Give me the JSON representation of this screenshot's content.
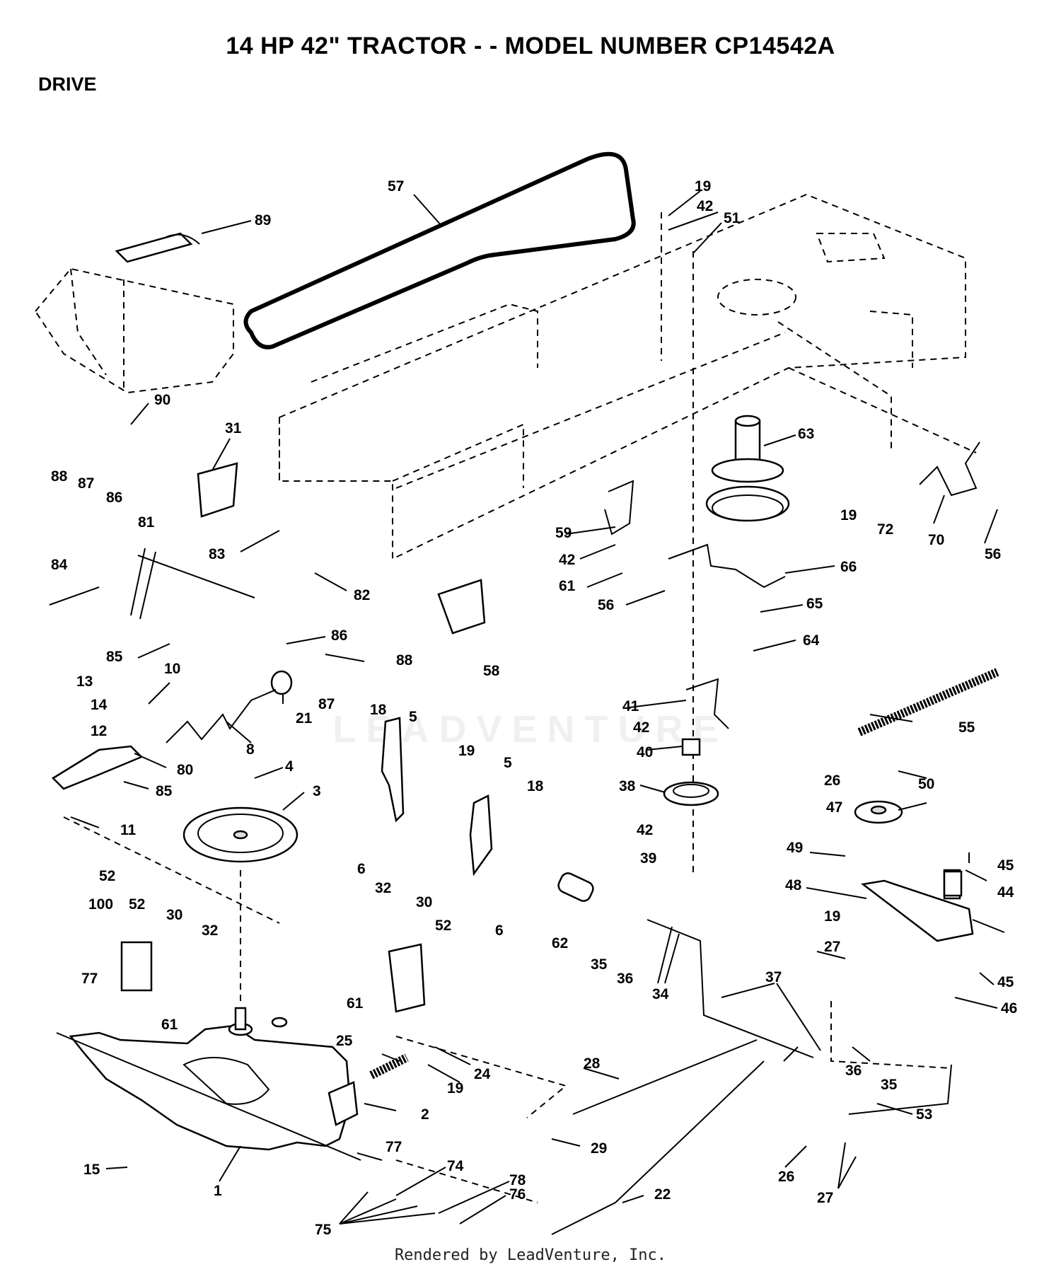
{
  "title": "14 HP 42\" TRACTOR - - MODEL NUMBER CP14542A",
  "section": "DRIVE",
  "footer": "Rendered by LeadVenture, Inc.",
  "watermark": "LEADVENTURE",
  "callouts": [
    {
      "id": "c57",
      "text": "57"
    },
    {
      "id": "c19a",
      "text": "19"
    },
    {
      "id": "c42a",
      "text": "42"
    },
    {
      "id": "c51",
      "text": "51"
    },
    {
      "id": "c89",
      "text": "89"
    },
    {
      "id": "c90",
      "text": "90"
    },
    {
      "id": "c31",
      "text": "31"
    },
    {
      "id": "c63",
      "text": "63"
    },
    {
      "id": "c19b",
      "text": "19"
    },
    {
      "id": "c72",
      "text": "72"
    },
    {
      "id": "c70",
      "text": "70"
    },
    {
      "id": "c56a",
      "text": "56"
    },
    {
      "id": "c88a",
      "text": "88"
    },
    {
      "id": "c87a",
      "text": "87"
    },
    {
      "id": "c86a",
      "text": "86"
    },
    {
      "id": "c81",
      "text": "81"
    },
    {
      "id": "c84",
      "text": "84"
    },
    {
      "id": "c83",
      "text": "83"
    },
    {
      "id": "c82",
      "text": "82"
    },
    {
      "id": "c85a",
      "text": "85"
    },
    {
      "id": "c86b",
      "text": "86"
    },
    {
      "id": "c88b",
      "text": "88"
    },
    {
      "id": "c87b",
      "text": "87"
    },
    {
      "id": "c59",
      "text": "59"
    },
    {
      "id": "c42b",
      "text": "42"
    },
    {
      "id": "c61a",
      "text": "61"
    },
    {
      "id": "c56b",
      "text": "56"
    },
    {
      "id": "c66",
      "text": "66"
    },
    {
      "id": "c65",
      "text": "65"
    },
    {
      "id": "c64",
      "text": "64"
    },
    {
      "id": "c58",
      "text": "58"
    },
    {
      "id": "c10",
      "text": "10"
    },
    {
      "id": "c13",
      "text": "13"
    },
    {
      "id": "c14",
      "text": "14"
    },
    {
      "id": "c12",
      "text": "12"
    },
    {
      "id": "c21",
      "text": "21"
    },
    {
      "id": "c8",
      "text": "8"
    },
    {
      "id": "c80",
      "text": "80"
    },
    {
      "id": "c85b",
      "text": "85"
    },
    {
      "id": "c11",
      "text": "11"
    },
    {
      "id": "c4",
      "text": "4"
    },
    {
      "id": "c3",
      "text": "3"
    },
    {
      "id": "c18a",
      "text": "18"
    },
    {
      "id": "c5a",
      "text": "5"
    },
    {
      "id": "c19c",
      "text": "19"
    },
    {
      "id": "c5b",
      "text": "5"
    },
    {
      "id": "c18b",
      "text": "18"
    },
    {
      "id": "c6a",
      "text": "6"
    },
    {
      "id": "c6b",
      "text": "6"
    },
    {
      "id": "c41",
      "text": "41"
    },
    {
      "id": "c42c",
      "text": "42"
    },
    {
      "id": "c40",
      "text": "40"
    },
    {
      "id": "c38",
      "text": "38"
    },
    {
      "id": "c42d",
      "text": "42"
    },
    {
      "id": "c39",
      "text": "39"
    },
    {
      "id": "c55",
      "text": "55"
    },
    {
      "id": "c26a",
      "text": "26"
    },
    {
      "id": "c50",
      "text": "50"
    },
    {
      "id": "c47",
      "text": "47"
    },
    {
      "id": "c49",
      "text": "49"
    },
    {
      "id": "c45a",
      "text": "45"
    },
    {
      "id": "c48",
      "text": "48"
    },
    {
      "id": "c44",
      "text": "44"
    },
    {
      "id": "c19d",
      "text": "19"
    },
    {
      "id": "c27a",
      "text": "27"
    },
    {
      "id": "c45b",
      "text": "45"
    },
    {
      "id": "c46",
      "text": "46"
    },
    {
      "id": "c52a",
      "text": "52"
    },
    {
      "id": "c100",
      "text": "100"
    },
    {
      "id": "c52b",
      "text": "52"
    },
    {
      "id": "c30a",
      "text": "30"
    },
    {
      "id": "c32a",
      "text": "32"
    },
    {
      "id": "c61b",
      "text": "61"
    },
    {
      "id": "c77a",
      "text": "77"
    },
    {
      "id": "c32b",
      "text": "32"
    },
    {
      "id": "c30b",
      "text": "30"
    },
    {
      "id": "c52c",
      "text": "52"
    },
    {
      "id": "c61c",
      "text": "61"
    },
    {
      "id": "c62",
      "text": "62"
    },
    {
      "id": "c35a",
      "text": "35"
    },
    {
      "id": "c36a",
      "text": "36"
    },
    {
      "id": "c34",
      "text": "34"
    },
    {
      "id": "c37",
      "text": "37"
    },
    {
      "id": "c25",
      "text": "25"
    },
    {
      "id": "c24",
      "text": "24"
    },
    {
      "id": "c19e",
      "text": "19"
    },
    {
      "id": "c2",
      "text": "2"
    },
    {
      "id": "c28",
      "text": "28"
    },
    {
      "id": "c36b",
      "text": "36"
    },
    {
      "id": "c35b",
      "text": "35"
    },
    {
      "id": "c53",
      "text": "53"
    },
    {
      "id": "c77b",
      "text": "77"
    },
    {
      "id": "c29",
      "text": "29"
    },
    {
      "id": "c15",
      "text": "15"
    },
    {
      "id": "c1",
      "text": "1"
    },
    {
      "id": "c74",
      "text": "74"
    },
    {
      "id": "c78",
      "text": "78"
    },
    {
      "id": "c76",
      "text": "76"
    },
    {
      "id": "c22",
      "text": "22"
    },
    {
      "id": "c26b",
      "text": "26"
    },
    {
      "id": "c27b",
      "text": "27"
    },
    {
      "id": "c75",
      "text": "75"
    }
  ]
}
